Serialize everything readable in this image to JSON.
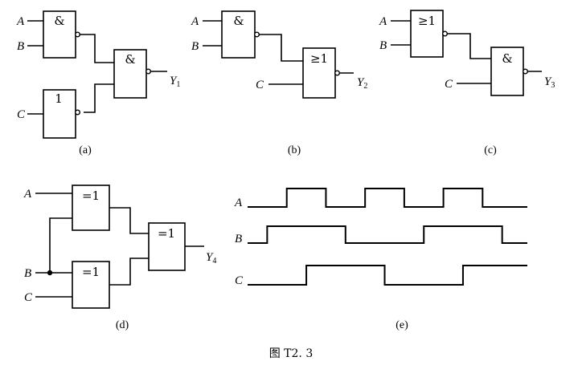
{
  "inputs": {
    "a": "A",
    "b": "B",
    "c": "C"
  },
  "outputs": {
    "y1": {
      "letter": "Y",
      "index": "1"
    },
    "y2": {
      "letter": "Y",
      "index": "2"
    },
    "y3": {
      "letter": "Y",
      "index": "3"
    },
    "y4": {
      "letter": "Y",
      "index": "4"
    }
  },
  "gate_symbols": {
    "and": "&",
    "or": "≥1",
    "not": "1",
    "xor": "=1"
  },
  "captions": {
    "a": "(a)",
    "b": "(b)",
    "c": "(c)",
    "d": "(d)",
    "e": "(e)"
  },
  "figure_title": "图 T2. 3",
  "waveforms": {
    "time_range": [
      0,
      10
    ],
    "A": [
      [
        1.4,
        2.8
      ],
      [
        4.2,
        5.6
      ],
      [
        7.0,
        8.4
      ]
    ],
    "B": [
      [
        0.7,
        3.5
      ],
      [
        6.3,
        9.1
      ]
    ],
    "C": [
      [
        2.1,
        4.9
      ],
      [
        7.7,
        10.0
      ]
    ]
  }
}
